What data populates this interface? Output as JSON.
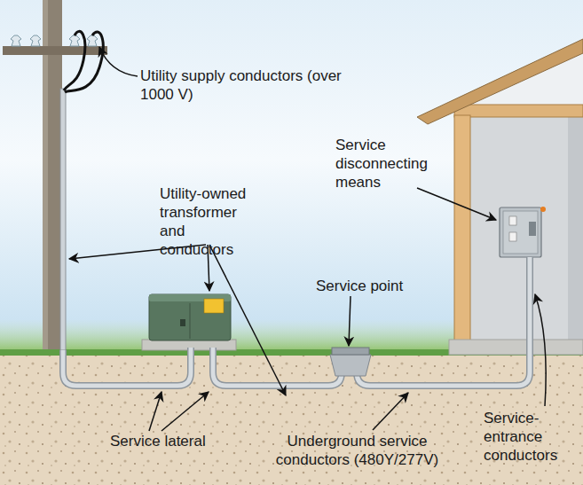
{
  "diagram": {
    "labels": [
      "Utility supply conductors (over 1000 V)",
      "Utility-owned transformer and conductors",
      "Service disconnecting means",
      "Service point",
      "Service lateral",
      "Underground service conductors (480Y/277V)",
      "Service-entrance conductors"
    ]
  }
}
